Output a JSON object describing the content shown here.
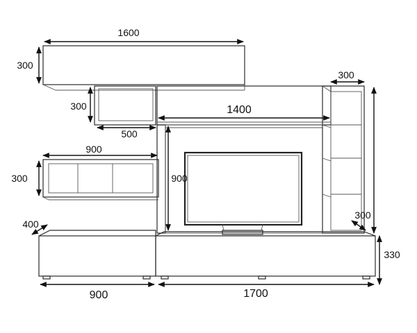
{
  "dimensions": {
    "top_cabinet_width": "1600",
    "top_cabinet_height": "300",
    "small_shelf_height": "300",
    "small_shelf_width": "500",
    "bridge_width": "1400",
    "right_tower_width": "300",
    "tv_area_height": "900",
    "open_shelf_width": "900",
    "open_shelf_height": "300",
    "left_base_depth": "400",
    "right_tower_depth": "300",
    "base_height": "330",
    "left_base_width": "900",
    "right_base_width": "1700"
  }
}
